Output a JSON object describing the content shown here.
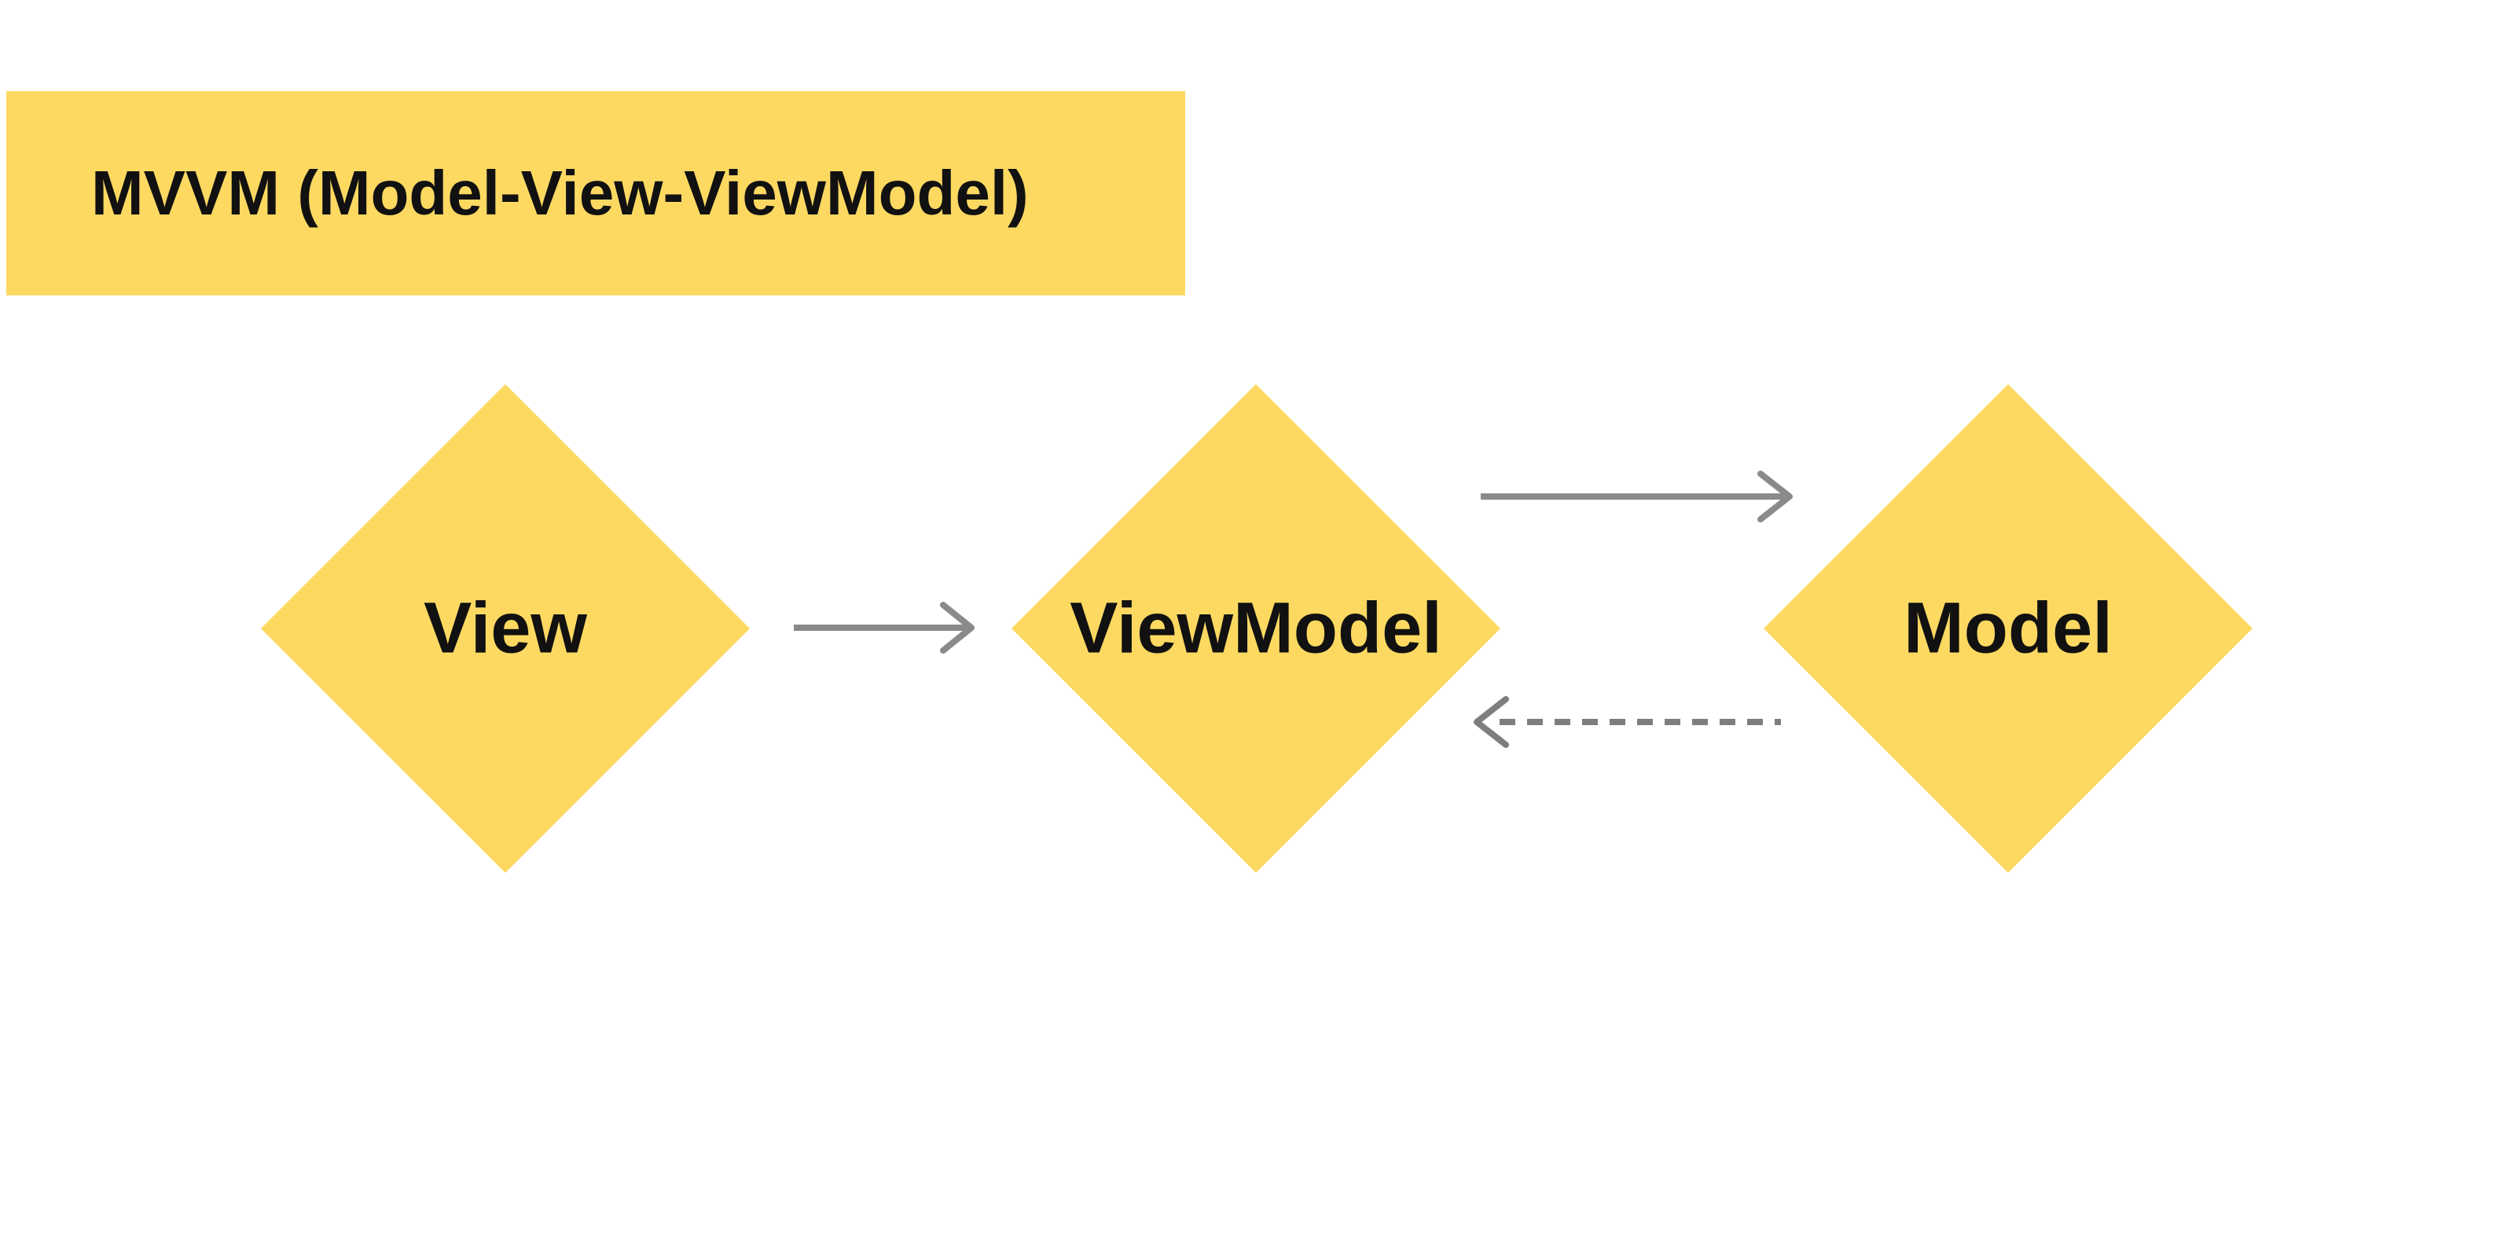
{
  "page": {
    "background": "#FFFFFF"
  },
  "banner": {
    "title": "MVVM (Model-View-ViewModel)",
    "fill": "#FDD962",
    "text_color": "#111111"
  },
  "diagram": {
    "node_fill": "#FDD962",
    "node_label_color": "#111111",
    "solid_arrow_color": "#8A8A8A",
    "dashed_arrow_color": "#7E7E7E",
    "nodes": [
      {
        "label": "View"
      },
      {
        "label": "ViewModel"
      },
      {
        "label": "Model"
      }
    ],
    "arrows": [
      {
        "from": "View",
        "to": "ViewModel",
        "style": "solid",
        "direction": "right"
      },
      {
        "from": "ViewModel",
        "to": "Model",
        "style": "solid",
        "direction": "right"
      },
      {
        "from": "Model",
        "to": "ViewModel",
        "style": "dashed",
        "direction": "left"
      }
    ]
  }
}
